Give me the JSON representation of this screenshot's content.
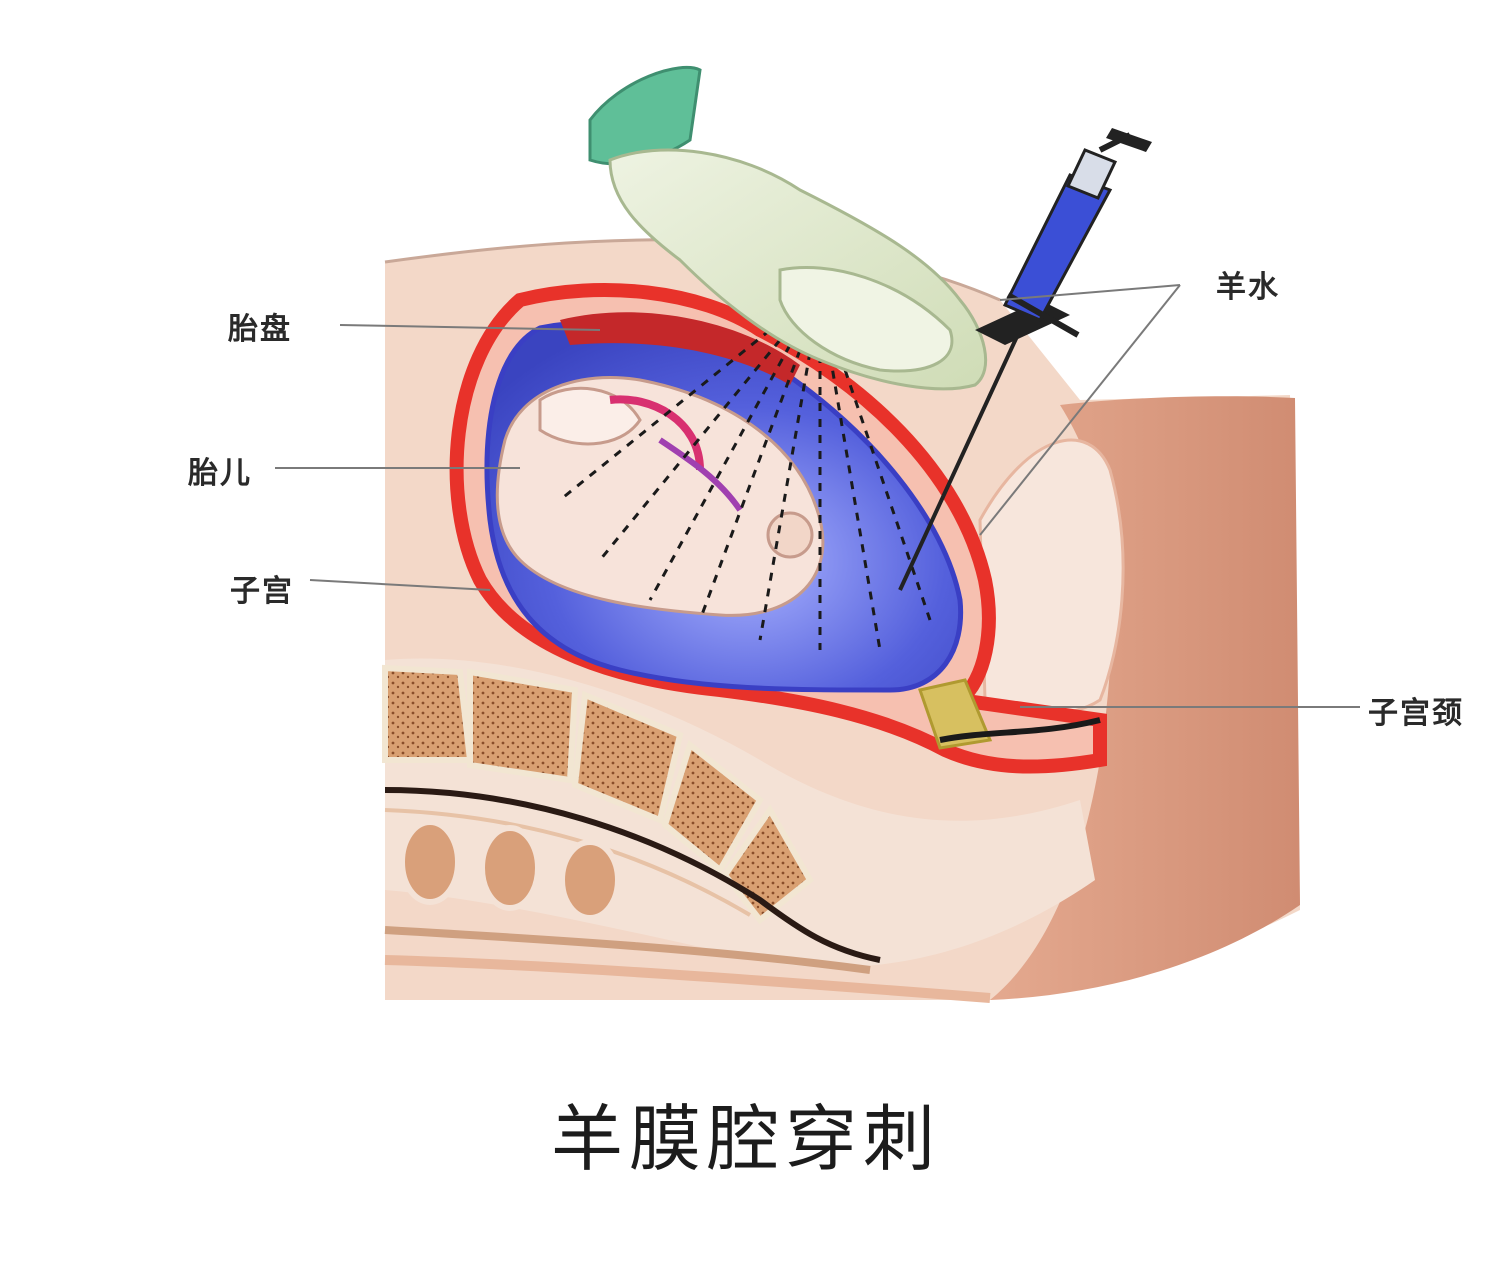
{
  "caption": "羊膜腔穿刺",
  "labels": {
    "placenta": "胎盘",
    "fetus": "胎儿",
    "uterus": "子宫",
    "amniotic_fluid": "羊水",
    "cervix": "子宫颈"
  },
  "colors": {
    "body_pink": "#f3d8c8",
    "body_skin": "#e9b8a0",
    "thigh": "#d99a80",
    "uterus_wall": "#e8322a",
    "amniotic_blue": "#4a56d8",
    "fetus_skin": "#f5e0d8",
    "glove": "#e2ecd2",
    "glove_cuff": "#5fbf98",
    "syringe_blue": "#3b4fd6",
    "spine_tan": "#c99060"
  }
}
